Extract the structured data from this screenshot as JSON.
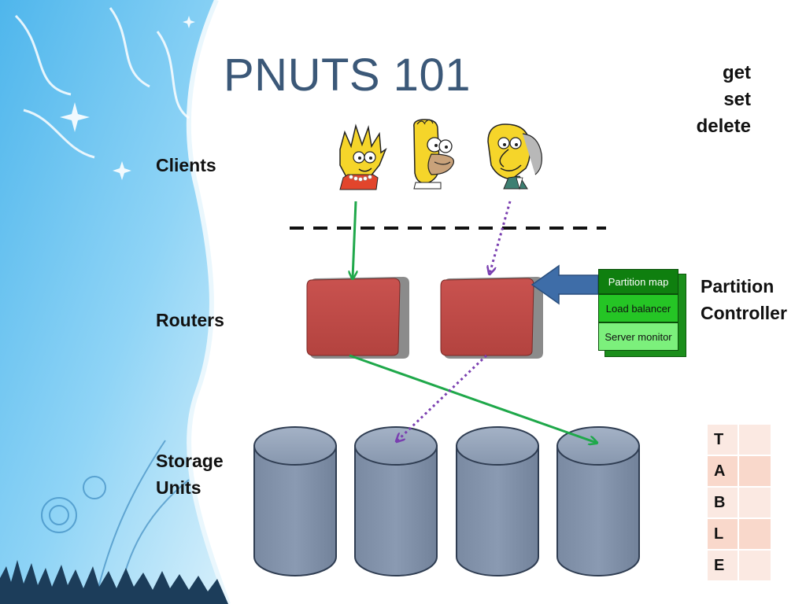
{
  "slide": {
    "title": "PNUTS 101"
  },
  "operations": [
    "get",
    "set",
    "delete"
  ],
  "labels": {
    "clients": "Clients",
    "routers": "Routers",
    "storage_line1": "Storage",
    "storage_line2": "Units",
    "partition_controller_line1": "Partition",
    "partition_controller_line2": "Controller"
  },
  "partition_controller": {
    "items": [
      "Partition map",
      "Load balancer",
      "Server monitor"
    ]
  },
  "table": {
    "letters": [
      "T",
      "A",
      "B",
      "L",
      "E"
    ]
  },
  "colors": {
    "title": "#3b5878",
    "router_fill": "#c0504d",
    "storage_fill": "#8090a8",
    "arrow_green": "#1fa84a",
    "arrow_purple": "#7a3fb0",
    "controller_arrow": "#3e6da8"
  },
  "clients": [
    "lisa-client-icon",
    "homer-client-icon",
    "burns-client-icon"
  ]
}
